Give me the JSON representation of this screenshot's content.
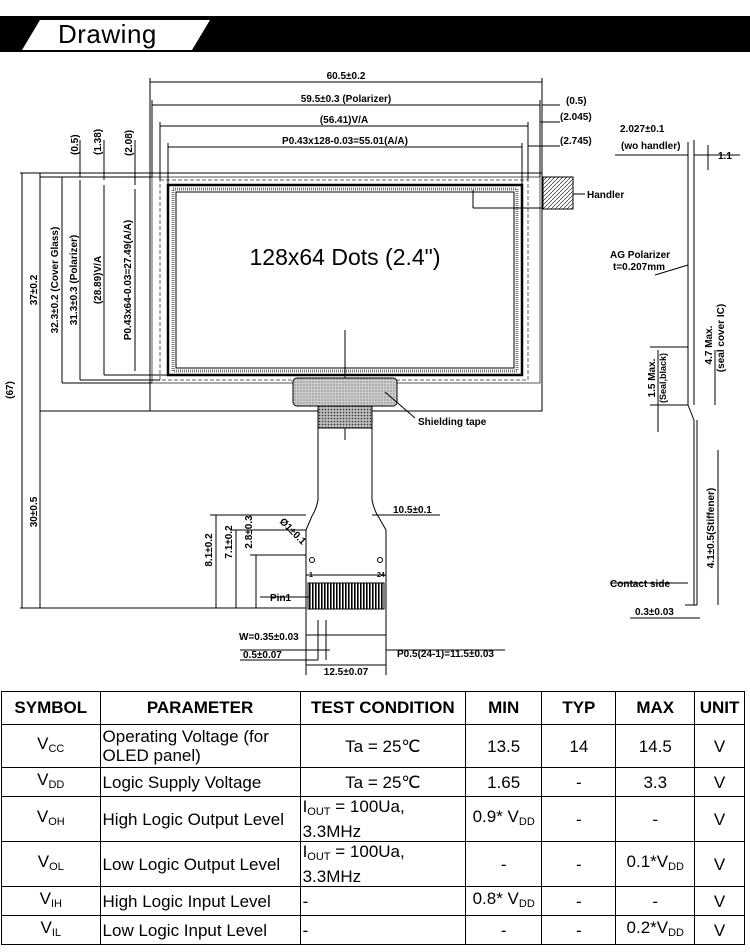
{
  "header": {
    "title": "Drawing"
  },
  "drawing": {
    "main_label": "128x64 Dots (2.4\")",
    "dims_top": [
      "60.5±0.2",
      "59.5±0.3 (Polarizer)",
      "(56.41)V/A",
      "P0.43x128-0.03=55.01(A/A)"
    ],
    "dims_right_top": [
      "(0.5)",
      "(2.045)",
      "(2.745)"
    ],
    "dims_left_top": [
      "(0.5)",
      "(1.38)",
      "(2.08)"
    ],
    "dims_left": [
      "37±0.2",
      "32.3±0.2 (Cover Glass)",
      "31.3±0.3 (Polarizer)",
      "(28.89)V/A",
      "P0.43x64-0.03=27.49(A/A)",
      "(67)",
      "30±0.5"
    ],
    "dims_fpc": [
      "8.1±0.2",
      "7.1±0.2",
      "2.8±0.3",
      "Ø1±0.1",
      "10.5±0.1",
      "W=0.35±0.03",
      "0.5±0.07",
      "12.5±0.07",
      "P0.5(24-1)=11.5±0.03"
    ],
    "pins": [
      "1",
      "24",
      "Pin1"
    ],
    "callouts": [
      "Handler",
      "Shielding tape",
      "AG Polarizer",
      "t=0.207mm",
      "Contact side"
    ],
    "side_dims": [
      "2.027±0.1",
      "(wo handler)",
      "1.1",
      "1.5 Max.",
      "(Seal,black)",
      "4.7 Max.",
      "(seal cover IC)",
      "4.1±0.5(Stiffener)",
      "0.3±0.03"
    ]
  },
  "table": {
    "headers": [
      "SYMBOL",
      "PARAMETER",
      "TEST CONDITION",
      "MIN",
      "TYP",
      "MAX",
      "UNIT"
    ],
    "rows": [
      {
        "sym": "V",
        "sub": "CC",
        "param": "Operating Voltage (for OLED panel)",
        "cond": "Ta = 25℃",
        "min": "13.5",
        "typ": "14",
        "max": "14.5",
        "unit": "V"
      },
      {
        "sym": "V",
        "sub": "DD",
        "param": "Logic Supply Voltage",
        "cond": "Ta = 25℃",
        "min": "1.65",
        "typ": "-",
        "max": "3.3",
        "unit": "V"
      },
      {
        "sym": "V",
        "sub": "OH",
        "param": "High Logic Output Level",
        "cond": "I",
        "cond_sub": "OUT",
        "cond_rest": " = 100Ua, 3.3MHz",
        "min": "0.9* V",
        "min_sub": "DD",
        "typ": "-",
        "max": "-",
        "unit": "V"
      },
      {
        "sym": "V",
        "sub": "OL",
        "param": "Low Logic Output Level",
        "cond": "I",
        "cond_sub": "OUT",
        "cond_rest": " = 100Ua, 3.3MHz",
        "min": "-",
        "typ": "-",
        "max": "0.1*V",
        "max_sub": "DD",
        "unit": "V"
      },
      {
        "sym": "V",
        "sub": "IH",
        "param": "High Logic Input Level",
        "cond": "-",
        "min": "0.8* V",
        "min_sub": "DD",
        "typ": "-",
        "max": "-",
        "unit": "V"
      },
      {
        "sym": "V",
        "sub": "IL",
        "param": "Low Logic Input Level",
        "cond": "-",
        "min": "-",
        "typ": "-",
        "max": "0.2*V",
        "max_sub": "DD",
        "unit": "V"
      }
    ]
  }
}
